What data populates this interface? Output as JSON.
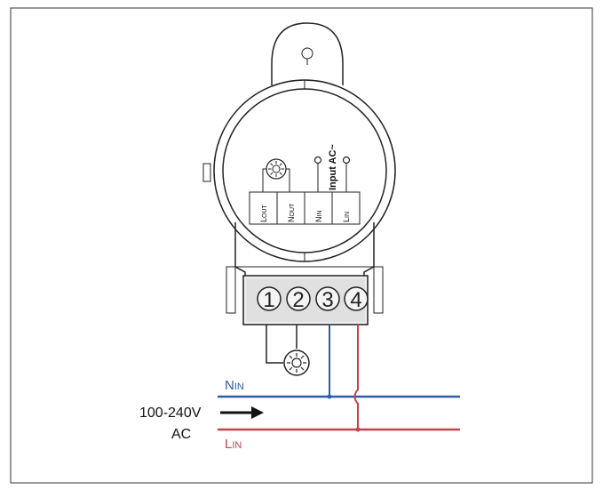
{
  "colors": {
    "neutral_wire": "#2d5ea8",
    "live_wire": "#c0454d",
    "outline": "#222222",
    "terminal_block": "#e0e0e0"
  },
  "device": {
    "input_label": "Input AC~",
    "terminals": [
      {
        "main": "L",
        "sub": "OUT"
      },
      {
        "main": "N",
        "sub": "OUT"
      },
      {
        "main": "N",
        "sub": "IN"
      },
      {
        "main": "L",
        "sub": "IN"
      }
    ],
    "lamp_icon": "lamp-icon"
  },
  "terminal_block": {
    "numbers": [
      "1",
      "2",
      "3",
      "4"
    ]
  },
  "wiring": {
    "neutral": {
      "main": "N",
      "sub": "IN"
    },
    "live": {
      "main": "L",
      "sub": "IN"
    },
    "supply_voltage": "100-240V",
    "supply_type": "AC",
    "external_lamp_icon": "lamp-icon"
  }
}
